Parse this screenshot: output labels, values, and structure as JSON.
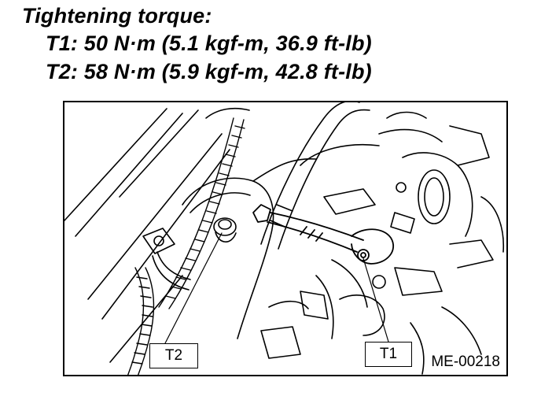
{
  "spec": {
    "heading": "Tightening torque:",
    "t1": "T1: 50 N·m (5.1 kgf-m, 36.9 ft-lb)",
    "t2": "T2: 58 N·m (5.9 kgf-m, 42.8 ft-lb)"
  },
  "figure": {
    "callout_t1": "T1",
    "callout_t2": "T2",
    "code": "ME-00218"
  }
}
